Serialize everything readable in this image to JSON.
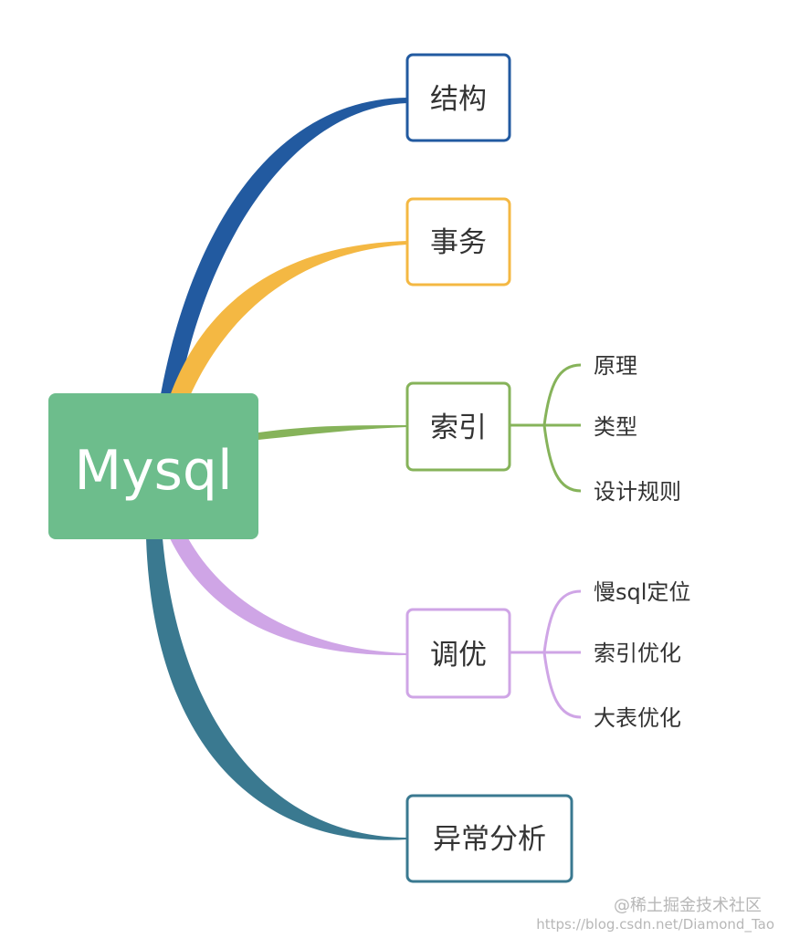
{
  "mindmap": {
    "root": {
      "label": "Mysql",
      "color": "#6dbd8c"
    },
    "branches": [
      {
        "id": "structure",
        "label": "结构",
        "color": "#225aa0",
        "children": []
      },
      {
        "id": "transaction",
        "label": "事务",
        "color": "#f4b843",
        "children": []
      },
      {
        "id": "index",
        "label": "索引",
        "color": "#86b35a",
        "children": [
          "原理",
          "类型",
          "设计规则"
        ]
      },
      {
        "id": "tuning",
        "label": "调优",
        "color": "#cfa5e6",
        "children": [
          "慢sql定位",
          "索引优化",
          "大表优化"
        ]
      },
      {
        "id": "exception",
        "label": "异常分析",
        "color": "#3a7990",
        "children": []
      }
    ]
  },
  "watermark": {
    "brand": "@稀土掘金技术社区",
    "url": "https://blog.csdn.net/Diamond_Tao"
  }
}
